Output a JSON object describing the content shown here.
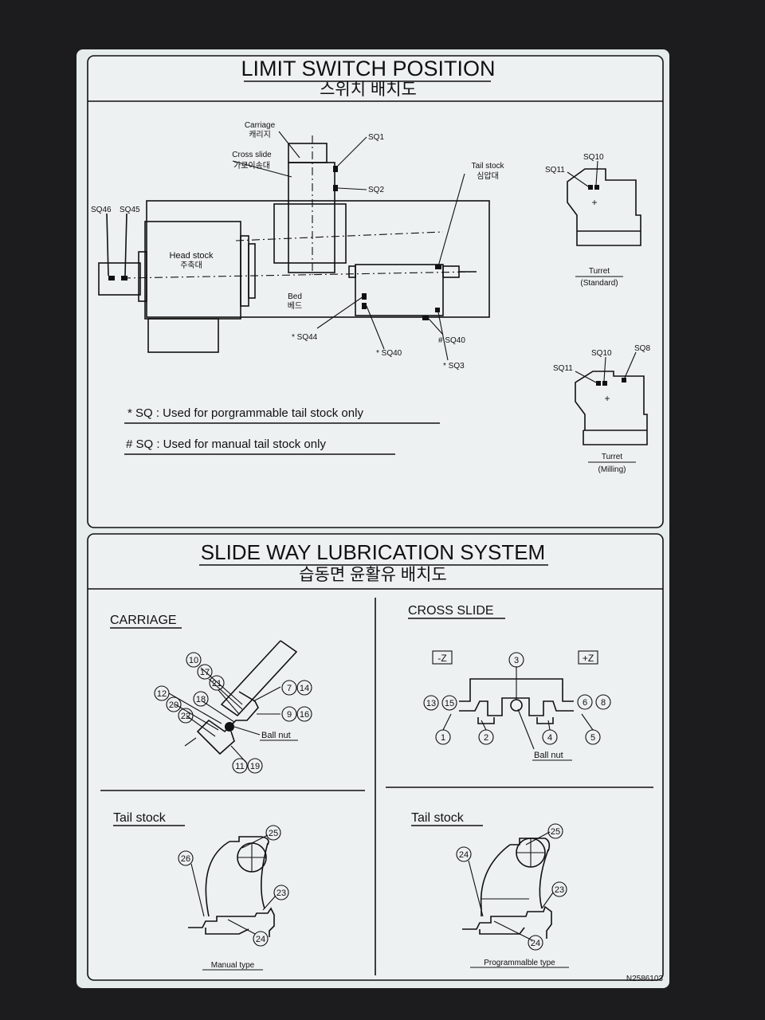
{
  "limit_switch": {
    "title": "LIMIT SWITCH POSITION",
    "subtitle_kr": "스위치 배치도",
    "labels": {
      "carriage": "Carriage",
      "carriage_kr": "캐리지",
      "cross_slide": "Cross slide",
      "cross_slide_kr": "가로이송대",
      "head_stock": "Head stock",
      "head_stock_kr": "주축대",
      "bed": "Bed",
      "bed_kr": "베드",
      "tail_stock": "Tail stock",
      "tail_stock_kr": "심압대"
    },
    "switches": {
      "sq1": "SQ1",
      "sq2": "SQ2",
      "sq3": "* SQ3",
      "sq40a": "# SQ40",
      "sq40b": "* SQ40",
      "sq44": "* SQ44",
      "sq45": "SQ45",
      "sq46": "SQ46"
    },
    "notes": {
      "prog": "* SQ : Used for porgrammable tail stock only",
      "manual": "# SQ : Used for manual tail stock only"
    },
    "turret_standard": {
      "sq10": "SQ10",
      "sq11": "SQ11",
      "label": "Turret",
      "type": "(Standard)"
    },
    "turret_milling": {
      "sq10": "SQ10",
      "sq11": "SQ11",
      "sq8": "SQ8",
      "label": "Turret",
      "type": "(Milling)"
    }
  },
  "lubrication": {
    "title": "SLIDE WAY LUBRICATION SYSTEM",
    "subtitle_kr": "습동면 윤활유 배치도",
    "carriage": {
      "heading": "CARRIAGE",
      "ball_nut": "Ball nut",
      "points": [
        "10",
        "17",
        "21",
        "12",
        "20",
        "22",
        "18",
        "7",
        "14",
        "9",
        "16",
        "11",
        "19"
      ]
    },
    "cross_slide": {
      "heading": "CROSS SLIDE",
      "minus_z": "-Z",
      "plus_z": "+Z",
      "ball_nut": "Ball nut",
      "points": [
        "3",
        "13",
        "15",
        "6",
        "8",
        "1",
        "2",
        "4",
        "5"
      ]
    },
    "tail_manual": {
      "heading": "Tail stock",
      "type": "Manual type",
      "points": [
        "25",
        "26",
        "23",
        "24"
      ]
    },
    "tail_prog": {
      "heading": "Tail stock",
      "type": "Programmalble type",
      "points": [
        "25",
        "24",
        "23",
        "24"
      ]
    }
  },
  "part_number": "N2586103",
  "colors": {
    "background": "#1c1c1e",
    "panel": "#e9eeee",
    "ink": "#111111"
  }
}
